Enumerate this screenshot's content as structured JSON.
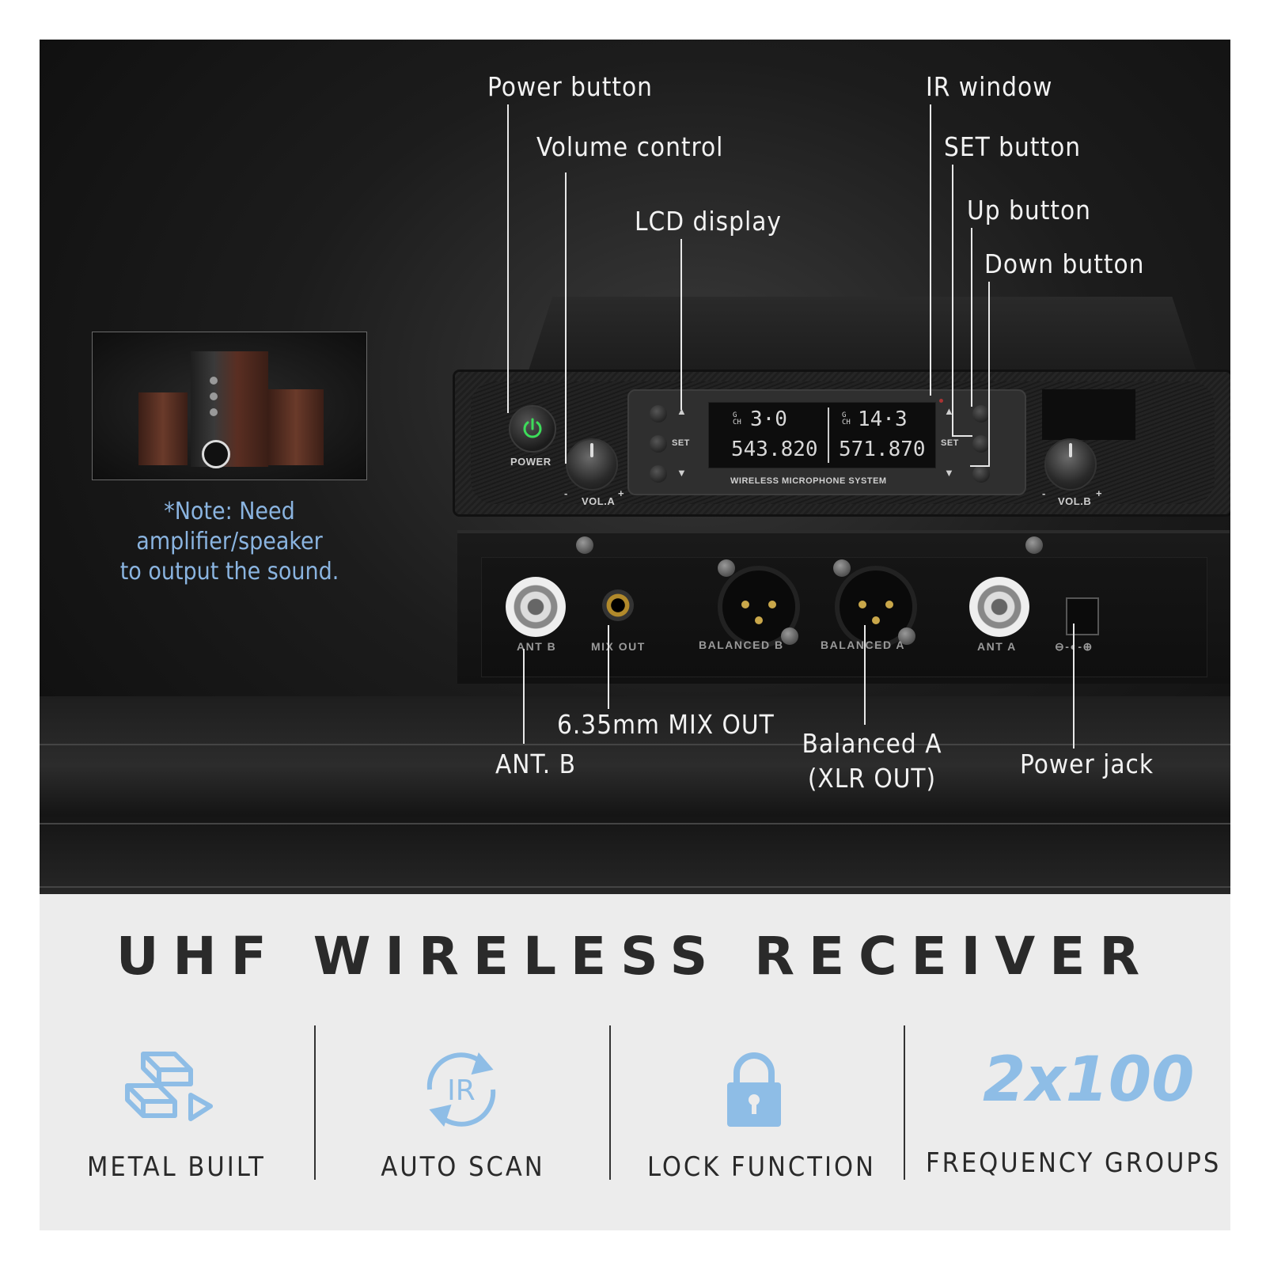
{
  "callouts": {
    "power_button": "Power button",
    "volume_control": "Volume control",
    "lcd_display": "LCD display",
    "ir_window": "IR window",
    "set_button": "SET button",
    "up_button": "Up button",
    "down_button": "Down button",
    "ant_b": "ANT. B",
    "mix_out": "6.35mm MIX OUT",
    "balanced_a_line1": "Balanced A",
    "balanced_a_line2": "(XLR OUT)",
    "power_jack": "Power jack"
  },
  "panel": {
    "power_label": "POWER",
    "vol_a": "VOL.A",
    "vol_b": "VOL.B",
    "set_left": "SET",
    "set_right": "SET",
    "system_name": "WIRELESS MICROPHONE SYSTEM",
    "ch_a_group": "3·0",
    "ch_a_freq": "543.820",
    "ch_b_group": "14·3",
    "ch_b_freq": "571.870",
    "g_ch": "G CH",
    "minus": "-",
    "plus": "+"
  },
  "rear": {
    "ant_b": "ANT B",
    "mix_out": "MIX OUT",
    "balanced_b": "BALANCED B",
    "balanced_a": "BALANCED A",
    "ant_a": "ANT A"
  },
  "note": {
    "line1": "*Note: Need amplifier/speaker",
    "line2": "to output the sound."
  },
  "title": "UHF WIRELESS RECEIVER",
  "features": [
    {
      "icon": "metal-bars-icon",
      "label": "METAL BUILT"
    },
    {
      "icon": "ir-scan-icon",
      "label": "AUTO SCAN",
      "icon_text": "IR"
    },
    {
      "icon": "lock-icon",
      "label": "LOCK FUNCTION"
    },
    {
      "icon": "number-icon",
      "label": "FREQUENCY GROUPS",
      "icon_text": "2x100"
    }
  ],
  "colors": {
    "accent_blue": "#8ebde6",
    "power_green": "#3ddc5a",
    "dark_bg": "#111111",
    "light_bg": "#ececec"
  }
}
